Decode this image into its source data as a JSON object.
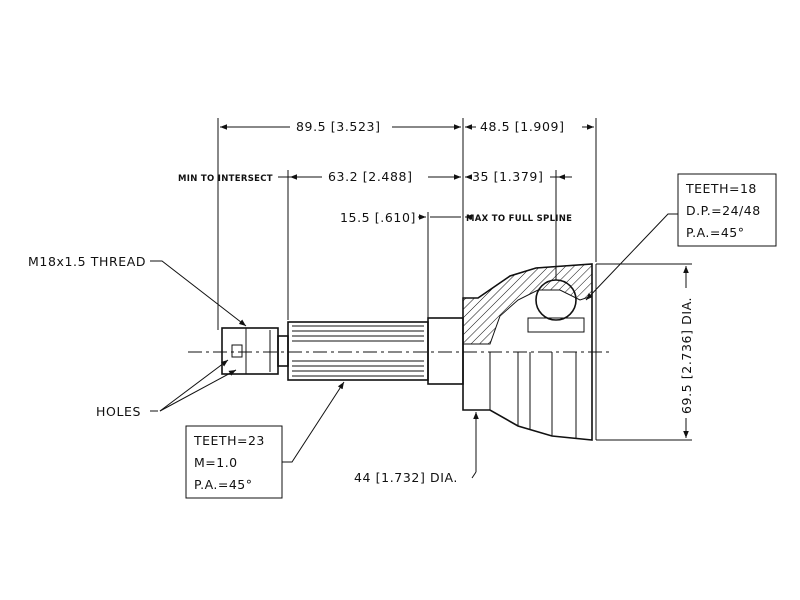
{
  "dimensions": {
    "overall_left": "89.5 [3.523]",
    "overall_right": "48.5 [1.909]",
    "min_to_intersect_label": "MIN TO INTERSECT",
    "min_to_intersect_value": "63.2 [2.488]",
    "joint_length": "35 [1.379]",
    "full_spline_value": "15.5 [.610]",
    "max_to_full_spline_label": "MAX TO FULL SPLINE",
    "outer_diameter": "69.5 [2.736] DIA.",
    "body_diameter": "44 [1.732] DIA."
  },
  "callouts": {
    "thread": "M18x1.5 THREAD",
    "holes": "HOLES"
  },
  "inner_spline_box": {
    "teeth": "TEETH=18",
    "dp": "D.P.=24/48",
    "pa": "P.A.=45°"
  },
  "outer_spline_box": {
    "teeth": "TEETH=23",
    "module": "M=1.0",
    "pa": "P.A.=45°"
  }
}
